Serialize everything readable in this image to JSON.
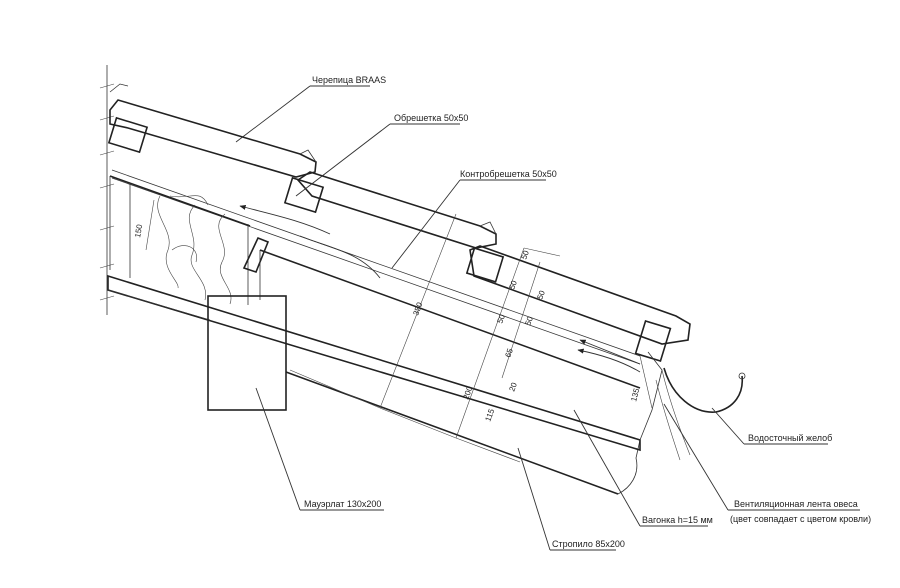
{
  "callouts": {
    "tile": "Черепица BRAAS",
    "batten": "Обрешетка 50х50",
    "counter_batten": "Контробрешетка 50х50",
    "gutter": "Водосточный желоб",
    "vent_tape_line1": "Вентиляционная лента овеса",
    "vent_tape_line2": "(цвет совпадает с цветом кровли)",
    "mauerlat": "Мауэрлат 130х200",
    "lining": "Вагонка h=15 мм",
    "rafter": "Стропило 85х200"
  },
  "dimensions": {
    "d150": "150",
    "d350": "350",
    "d200": "200",
    "d115": "115",
    "d20": "20",
    "d65": "65",
    "d50a": "50",
    "d50b": "50",
    "d50c": "50",
    "d50d": "50",
    "d50e": "50",
    "d135": "135"
  },
  "colors": {
    "line": "#222222",
    "paper": "#ffffff"
  }
}
